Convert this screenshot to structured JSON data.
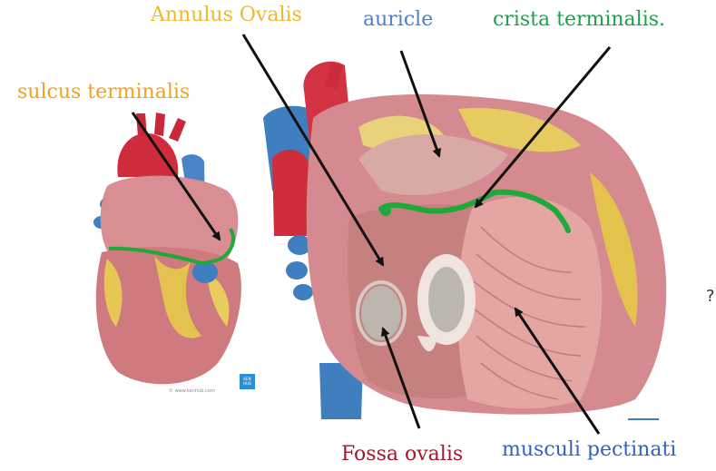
{
  "labels": {
    "annulus_ovalis": "Annulus Ovalis",
    "auricle": "auricle",
    "crista_terminalis": "crista terminalis.",
    "sulcus_terminalis": "sulcus terminalis",
    "fossa_ovalis": "Fossa ovalis",
    "musculi_pectinati": "musculi pectinati"
  },
  "colors": {
    "annulus_ovalis": "#f0b92c",
    "auricle": "#4d7fd0",
    "crista_terminalis": "#1aa24a",
    "sulcus_terminalis": "#f0a21a",
    "fossa_ovalis": "#a3172a",
    "musculi_pectinati": "#2e63c5",
    "highlight_line": "#1fa83c"
  },
  "credit": "© www.kenhub.com",
  "logo": "KEN HUB",
  "stray_mark": "?"
}
